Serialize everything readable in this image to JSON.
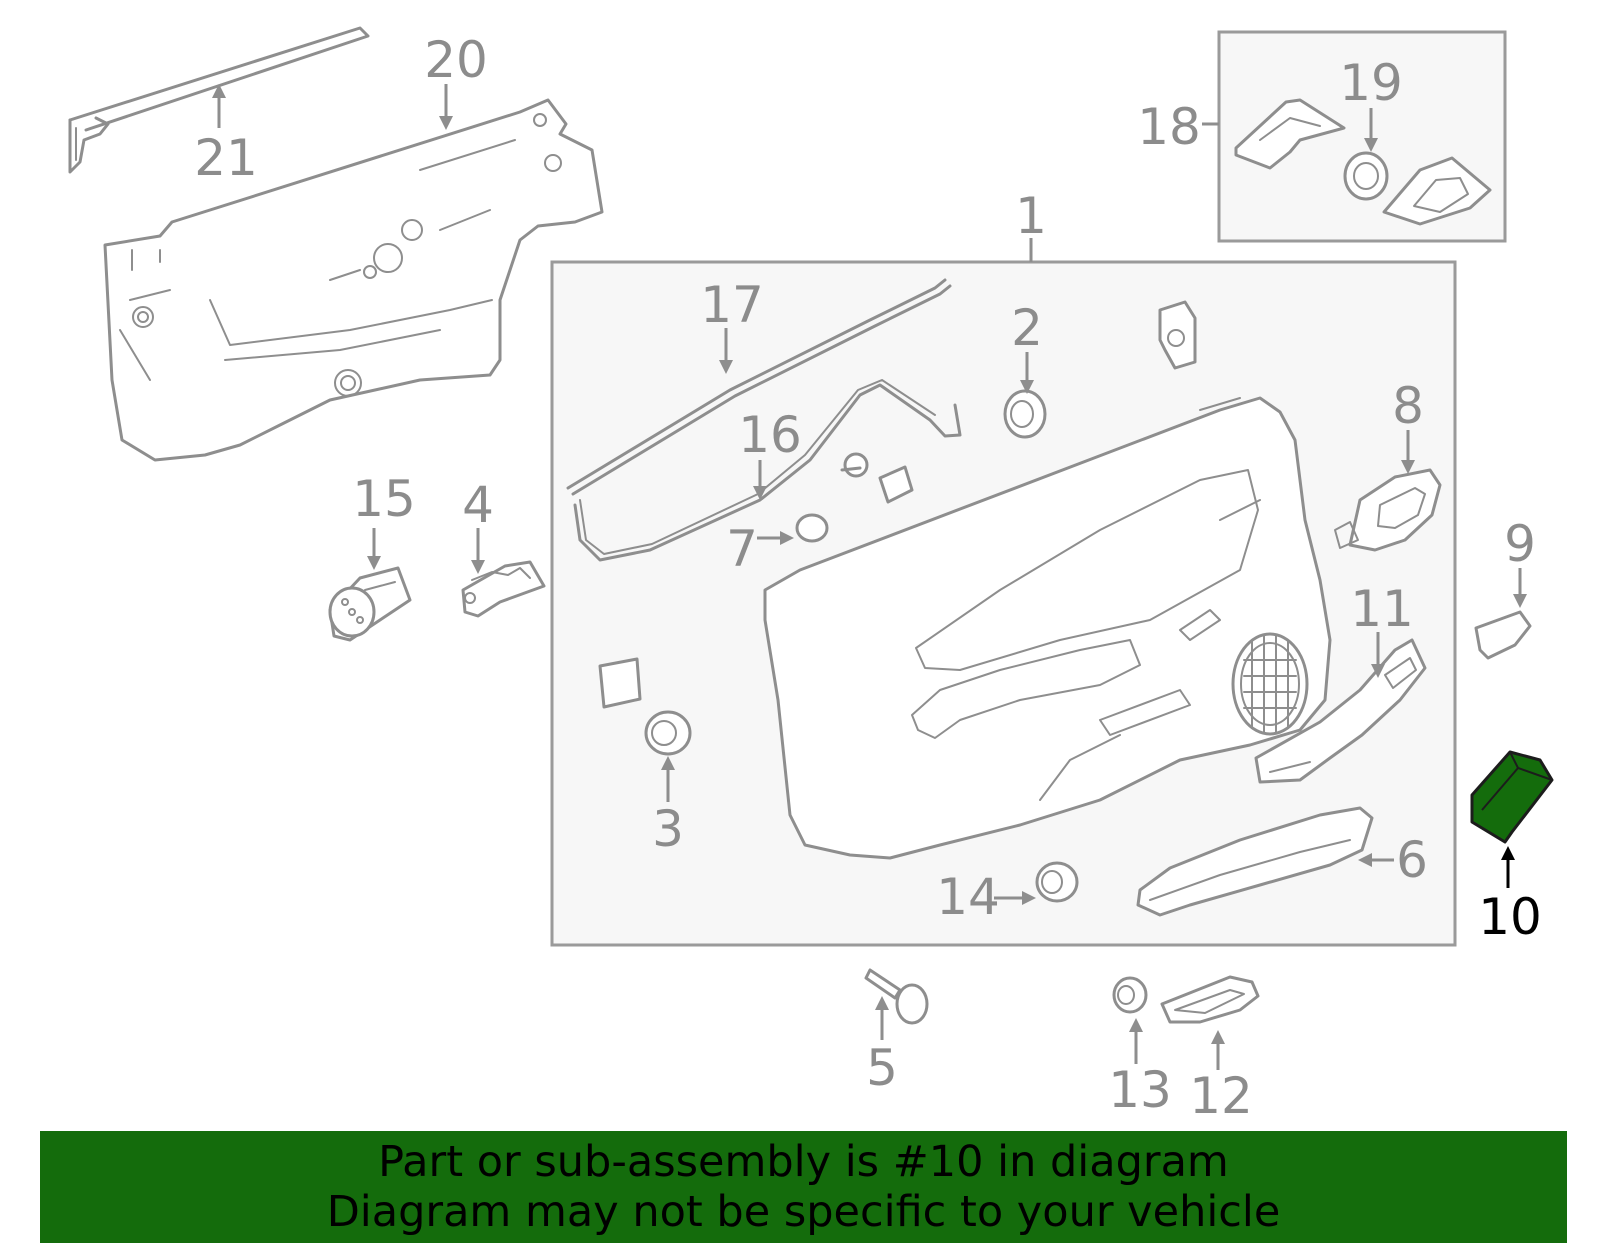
{
  "callouts": {
    "n1": "1",
    "n2": "2",
    "n3": "3",
    "n4": "4",
    "n5": "5",
    "n6": "6",
    "n7": "7",
    "n8": "8",
    "n9": "9",
    "n10": "10",
    "n11": "11",
    "n12": "12",
    "n13": "13",
    "n14": "14",
    "n15": "15",
    "n16": "16",
    "n17": "17",
    "n18": "18",
    "n19": "19",
    "n20": "20",
    "n21": "21"
  },
  "highlight": {
    "callout": "10",
    "color": "#146c0c"
  },
  "banner": {
    "line1": "Part or sub-assembly is #10 in diagram",
    "line2": "Diagram may not be specific to your vehicle",
    "background": "#146c0c"
  }
}
